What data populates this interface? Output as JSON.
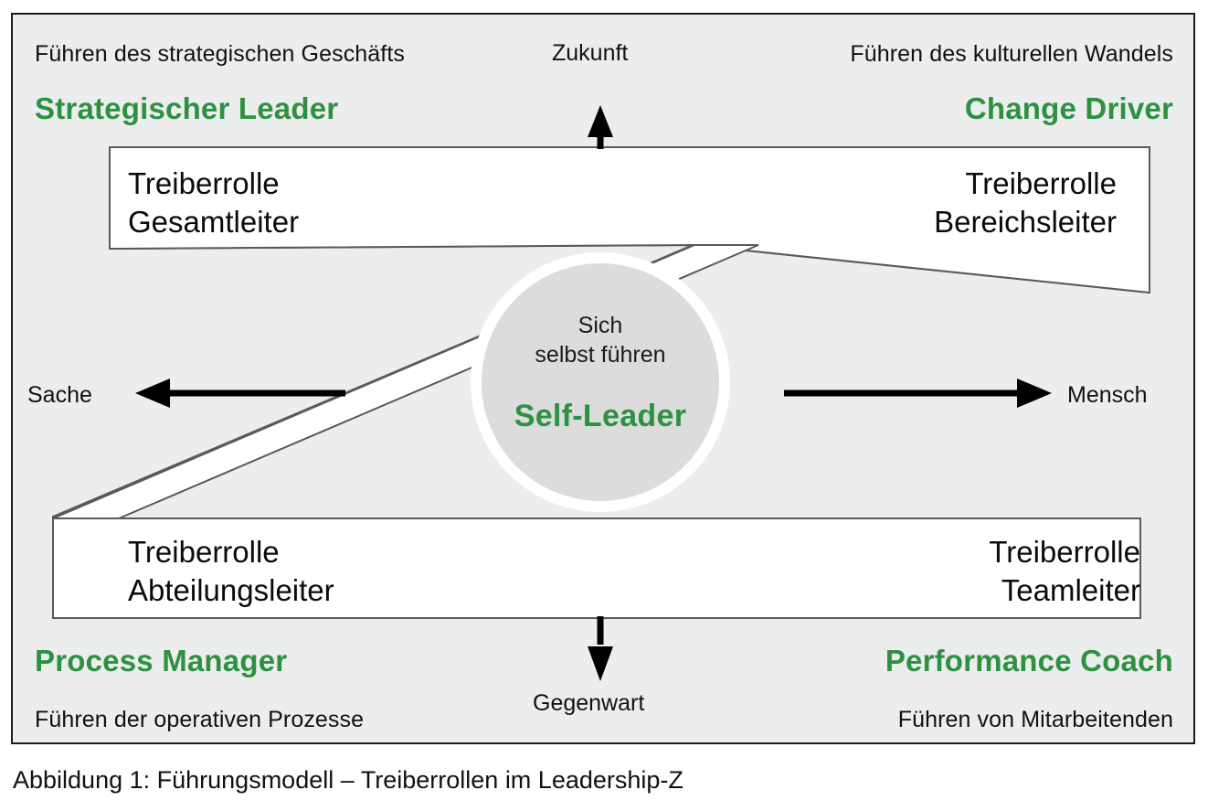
{
  "figure": {
    "caption": "Abbildung 1: Führungsmodell – Treiberrollen im Leadership-Z",
    "background": "#eceded",
    "accent_green": "#2d9142",
    "border_color": "#1b1b1b"
  },
  "axes": {
    "top_label": "Zukunft",
    "bottom_label": "Gegenwart",
    "left_label": "Sache",
    "right_label": "Mensch"
  },
  "quadrants": {
    "top_left": {
      "subtitle": "Führen des strategischen Geschäfts",
      "role": "Strategischer Leader"
    },
    "top_right": {
      "subtitle": "Führen des kulturellen Wandels",
      "role": "Change Driver"
    },
    "bottom_left": {
      "subtitle": "Führen der operativen Prozesse",
      "role": "Process Manager"
    },
    "bottom_right": {
      "subtitle": "Führen von Mitarbeitenden",
      "role": "Performance Coach"
    }
  },
  "driver_roles": {
    "top_left": "Treiberrolle\nGesamtleiter",
    "top_right": "Treiberrolle\nBereichsleiter",
    "bottom_left": "Treiberrolle\nAbteilungsleiter",
    "bottom_right": "Treiberrolle\nTeamleiter"
  },
  "center": {
    "description": "Sich\nselbst führen",
    "role": "Self-Leader"
  }
}
